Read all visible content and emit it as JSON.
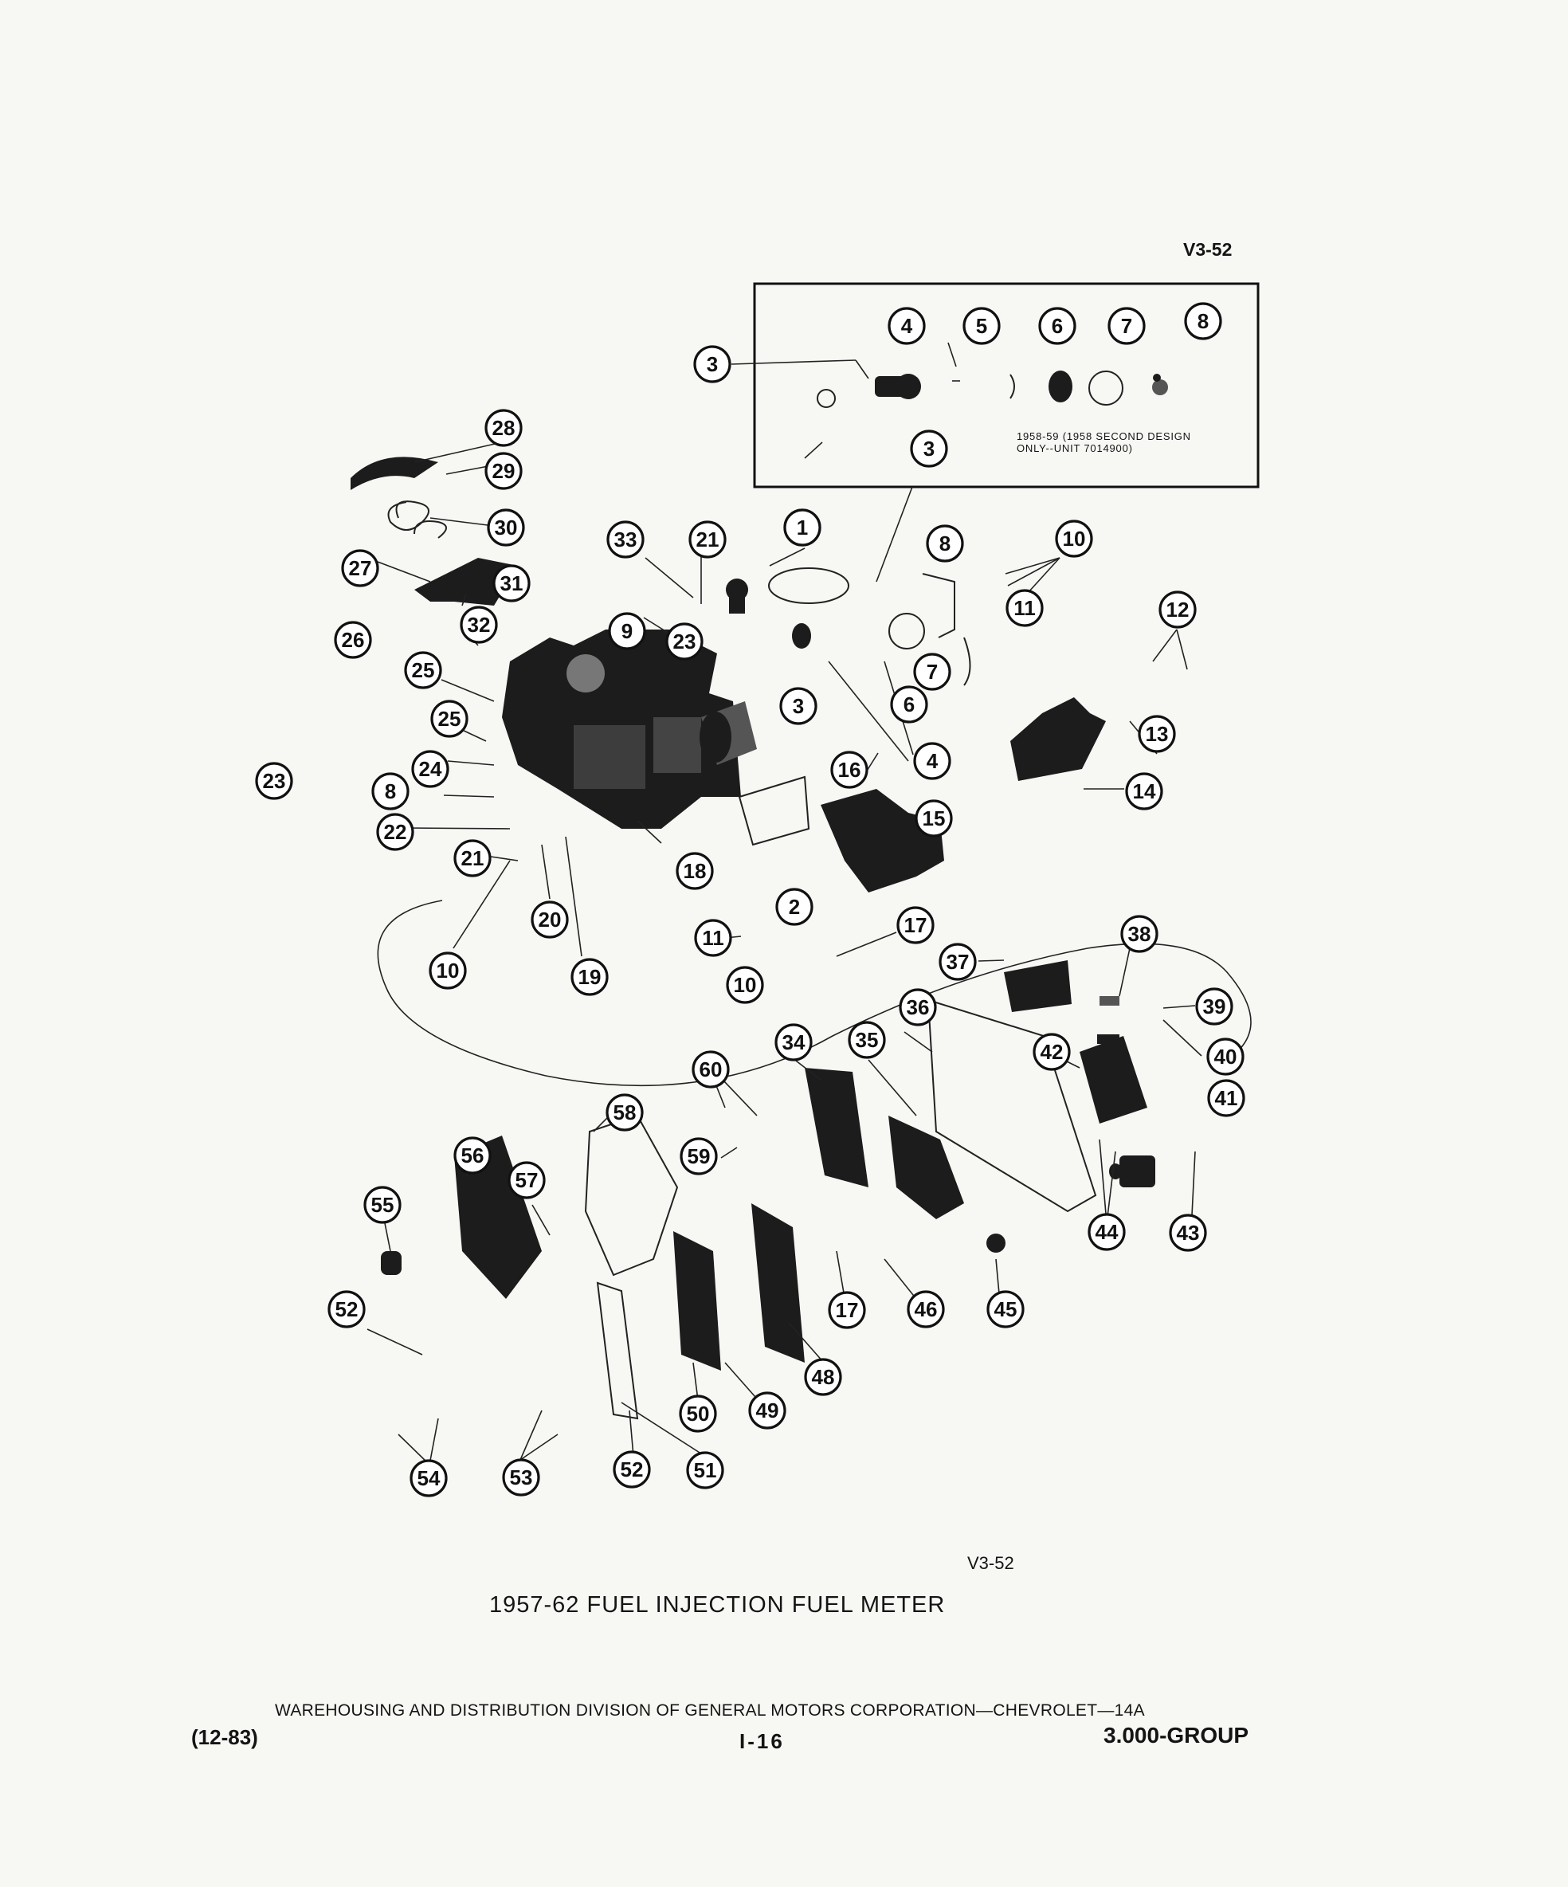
{
  "header": {
    "code_top": "V3-52"
  },
  "inset": {
    "note_line1": "1958-59 (1958 SECOND DESIGN",
    "note_line2": "ONLY--UNIT 7014900)"
  },
  "figure": {
    "code": "V3-52",
    "title": "1957-62 FUEL INJECTION FUEL METER"
  },
  "footer": {
    "line": "WAREHOUSING AND DISTRIBUTION DIVISION OF GENERAL MOTORS CORPORATION—CHEVROLET—14A",
    "date": "(12-83)",
    "page": "I-16",
    "group": "3.000-GROUP"
  },
  "callouts": [
    {
      "label": "1"
    },
    {
      "label": "2"
    },
    {
      "label": "3"
    },
    {
      "label": "3"
    },
    {
      "label": "4"
    },
    {
      "label": "5"
    },
    {
      "label": "6"
    },
    {
      "label": "7"
    },
    {
      "label": "8"
    },
    {
      "label": "1"
    },
    {
      "label": "8"
    },
    {
      "label": "10"
    },
    {
      "label": "11"
    },
    {
      "label": "12"
    },
    {
      "label": "13"
    },
    {
      "label": "14"
    },
    {
      "label": "21"
    },
    {
      "label": "33"
    },
    {
      "label": "23"
    },
    {
      "label": "9"
    },
    {
      "label": "7"
    },
    {
      "label": "6"
    },
    {
      "label": "3"
    },
    {
      "label": "4"
    },
    {
      "label": "16"
    },
    {
      "label": "15"
    },
    {
      "label": "28"
    },
    {
      "label": "29"
    },
    {
      "label": "30"
    },
    {
      "label": "27"
    },
    {
      "label": "31"
    },
    {
      "label": "32"
    },
    {
      "label": "26"
    },
    {
      "label": "25"
    },
    {
      "label": "25"
    },
    {
      "label": "24"
    },
    {
      "label": "23"
    },
    {
      "label": "8"
    },
    {
      "label": "22"
    },
    {
      "label": "21"
    },
    {
      "label": "18"
    },
    {
      "label": "20"
    },
    {
      "label": "19"
    },
    {
      "label": "10"
    },
    {
      "label": "11"
    },
    {
      "label": "10"
    },
    {
      "label": "17"
    },
    {
      "label": "37"
    },
    {
      "label": "38"
    },
    {
      "label": "39"
    },
    {
      "label": "40"
    },
    {
      "label": "41"
    },
    {
      "label": "36"
    },
    {
      "label": "42"
    },
    {
      "label": "35"
    },
    {
      "label": "34"
    },
    {
      "label": "60"
    },
    {
      "label": "59"
    },
    {
      "label": "58"
    },
    {
      "label": "56"
    },
    {
      "label": "57"
    },
    {
      "label": "55"
    },
    {
      "label": "52"
    },
    {
      "label": "44"
    },
    {
      "label": "43"
    },
    {
      "label": "17"
    },
    {
      "label": "46"
    },
    {
      "label": "45"
    },
    {
      "label": "48"
    },
    {
      "label": "49"
    },
    {
      "label": "50"
    },
    {
      "label": "51"
    },
    {
      "label": "52"
    },
    {
      "label": "53"
    },
    {
      "label": "54"
    }
  ]
}
